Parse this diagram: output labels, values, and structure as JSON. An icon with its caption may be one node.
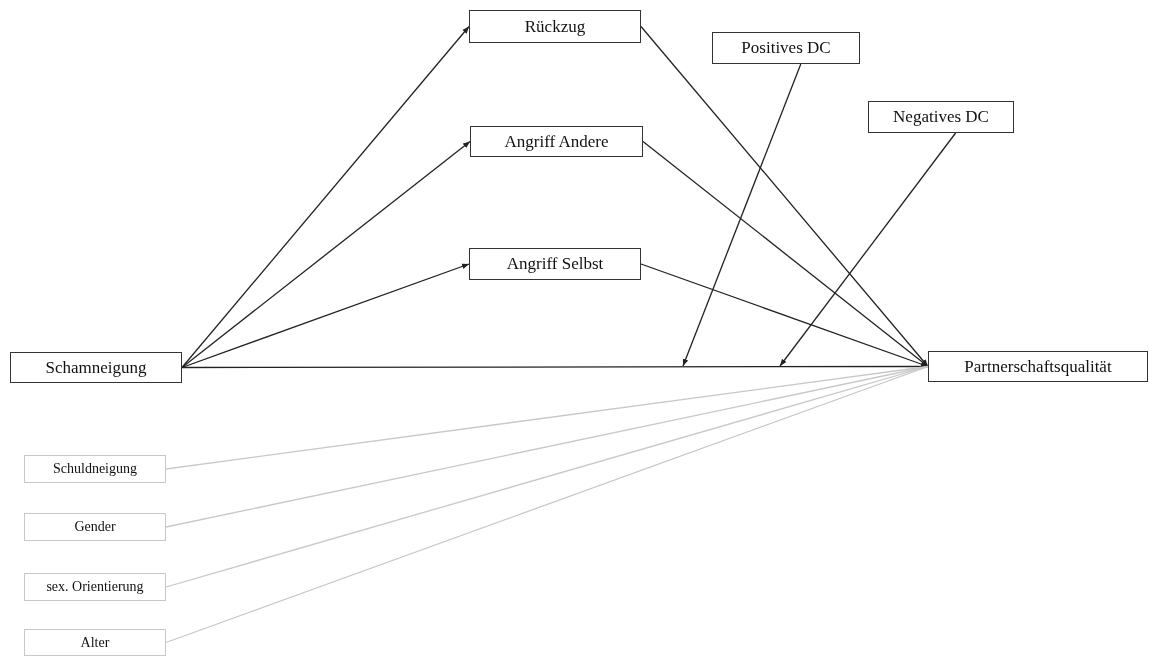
{
  "diagram": {
    "nodes": [
      {
        "text": [
          "Schamneigung"
        ]
      },
      {
        "text": [
          "Rückzug"
        ]
      },
      {
        "text": [
          "Angriff Andere"
        ]
      },
      {
        "text": [
          "Angriff Selbst"
        ]
      },
      {
        "text": [
          "Positives DC"
        ]
      },
      {
        "text": [
          "Negatives DC"
        ]
      },
      {
        "text": [
          "Partnerschaftsqualität"
        ]
      },
      {
        "text": [
          "Schuldneigung"
        ]
      },
      {
        "text": [
          "Gender"
        ]
      },
      {
        "text": [
          "sex. Orientierung"
        ]
      },
      {
        "text": [
          "Alter"
        ]
      }
    ],
    "edges": [
      {
        "from": 0,
        "to": 1,
        "arrow": "to"
      },
      {
        "from": 0,
        "to": 2,
        "arrow": "to"
      },
      {
        "from": 0,
        "to": 3,
        "arrow": "to"
      },
      {
        "from": 1,
        "to": 6,
        "arrow": "to"
      },
      {
        "from": 2,
        "to": 6,
        "arrow": "to"
      },
      {
        "from": 3,
        "to": 6,
        "arrow": "to"
      },
      {
        "from": 0,
        "to": 6,
        "arrow": "to"
      },
      {
        "from": 4,
        "to": null,
        "arrow": "to"
      },
      {
        "from": 5,
        "to": null,
        "arrow": "to"
      },
      {
        "from": 7,
        "to": 6,
        "arrow": "none",
        "color": "#c8c8c8"
      },
      {
        "from": 8,
        "to": 6,
        "arrow": "none",
        "color": "#c8c8c8"
      },
      {
        "from": 9,
        "to": 6,
        "arrow": "none",
        "color": "#c8c8c8"
      },
      {
        "from": 10,
        "to": 6,
        "arrow": "none",
        "color": "#c8c8c8"
      }
    ]
  }
}
